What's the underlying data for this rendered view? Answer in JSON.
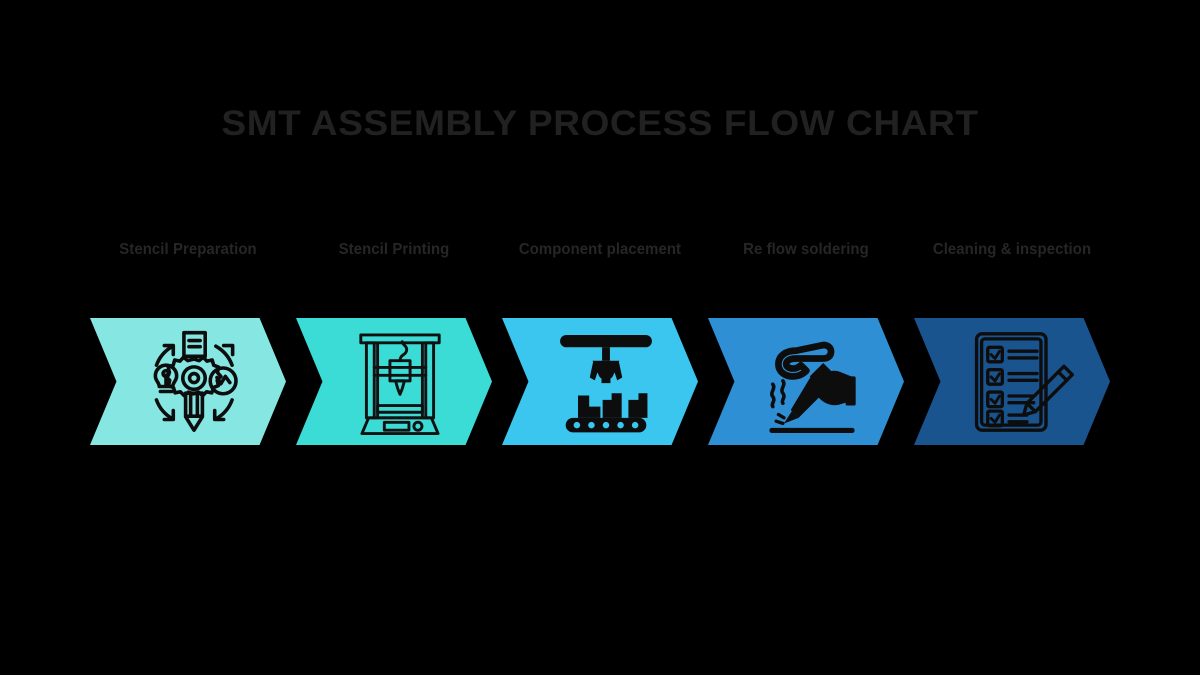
{
  "page": {
    "background_color": "#000000",
    "title": "SMT ASSEMBLY PROCESS FLOW CHART",
    "title_color": "#212121",
    "label_color": "#262626"
  },
  "flow": {
    "steps": [
      {
        "index": "1",
        "label": "Stencil Preparation",
        "color": "#86E6E2",
        "icon": "design-gear-pencil-cycle-icon"
      },
      {
        "index": "2",
        "label": "Stencil Printing",
        "color": "#3BDBD6",
        "icon": "stencil-printer-icon"
      },
      {
        "index": "3",
        "label": "Component placement",
        "color": "#3AC6EE",
        "icon": "pick-and-place-conveyor-icon"
      },
      {
        "index": "4",
        "label": "Re flow soldering",
        "color": "#2E8FD4",
        "icon": "soldering-iron-hand-icon"
      },
      {
        "index": "5",
        "label": "Cleaning & inspection",
        "color": "#1A548F",
        "icon": "checklist-pencil-icon"
      }
    ]
  }
}
